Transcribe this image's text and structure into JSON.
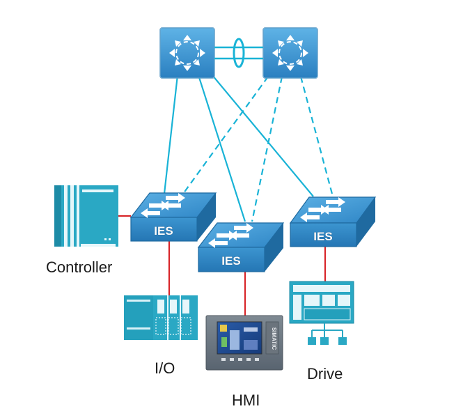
{
  "diagram": {
    "devices": {
      "ies_label": "IES",
      "controller_label": "Controller",
      "io_label": "I/O",
      "hmi_label": "HMI",
      "drive_label": "Drive",
      "hmi_brand": "SIMATIC"
    },
    "icons": {
      "core_router": "router-icon",
      "ies_switch": "switch-icon",
      "controller": "plc-controller-icon",
      "io": "io-module-icon",
      "hmi": "hmi-panel-icon",
      "drive": "drive-icon",
      "link_bundle": "etherchannel-ring-icon"
    },
    "colors": {
      "device_blue": "#3a93cf",
      "device_dark": "#1f6aa0",
      "link_cyan": "#19b3d6",
      "edge_red": "#d8262a",
      "controller_teal": "#2aa8c4",
      "label_text": "#1a1a1a"
    },
    "link_styles": {
      "active": "solid",
      "standby": "dashed"
    }
  }
}
